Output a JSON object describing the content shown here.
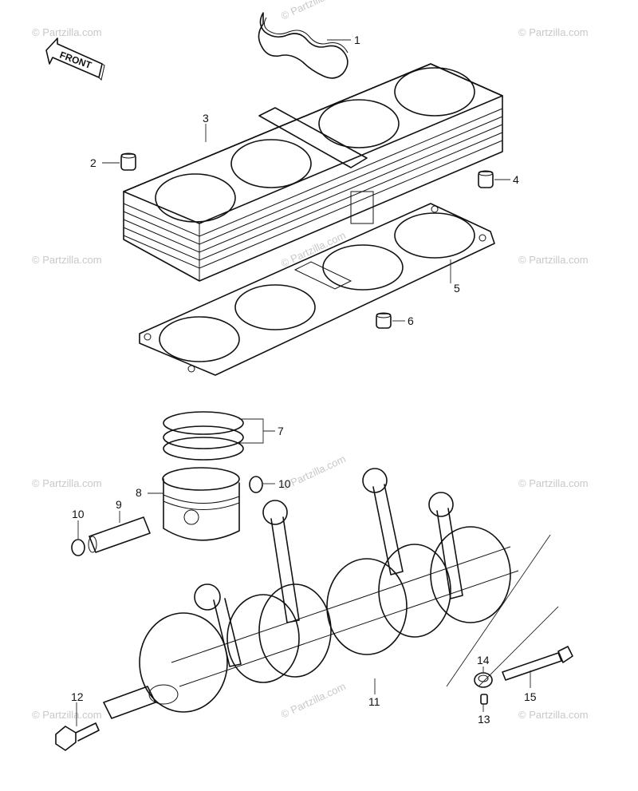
{
  "front_label": "FRONT",
  "watermark": "© Partzilla.com",
  "callouts": {
    "c1": "1",
    "c2": "2",
    "c3": "3",
    "c4": "4",
    "c5": "5",
    "c6": "6",
    "c7": "7",
    "c8": "8",
    "c9": "9",
    "c10a": "10",
    "c10b": "10",
    "c11": "11",
    "c12": "12",
    "c13": "13",
    "c14": "14",
    "c15": "15"
  }
}
